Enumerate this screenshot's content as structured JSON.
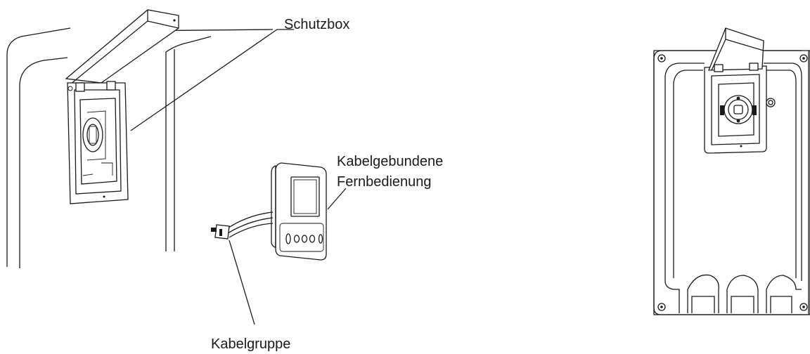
{
  "labels": {
    "schutzbox": "Schutzbox",
    "remote_line1": "Kabelgebundene",
    "remote_line2": "Fernbedienung",
    "cable_group": "Kabelgruppe"
  },
  "remote_buttons": "0000"
}
